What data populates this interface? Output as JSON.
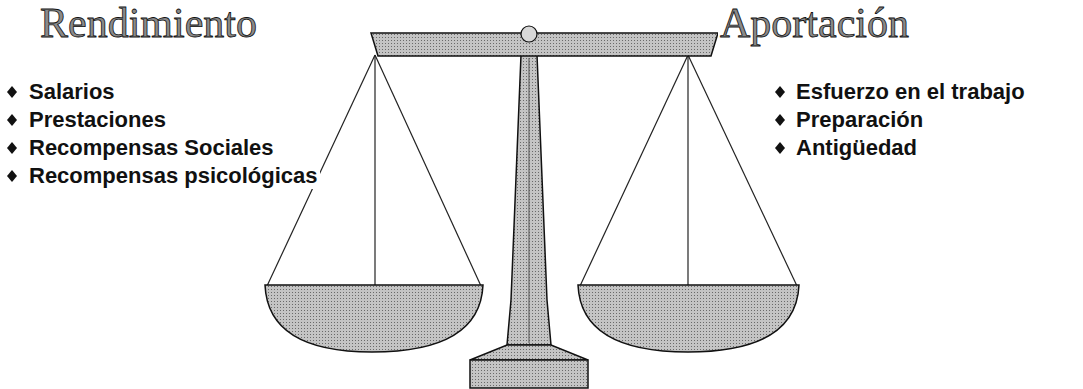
{
  "diagram": {
    "labels": [
      "Rendimiento",
      "Salarios",
      "Prestaciones",
      "Recompensas Sociales",
      "Recompensas psicológicas",
      "Aportación",
      "Esfuerzo en el trabajo",
      "Preparación",
      "Antigüedad"
    ]
  }
}
